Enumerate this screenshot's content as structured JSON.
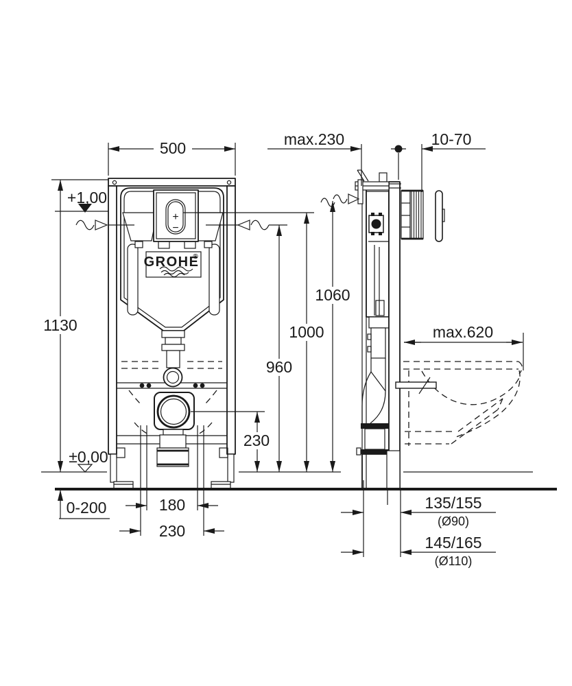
{
  "front_view": {
    "logo": "GROHE",
    "logo_registered": "®",
    "button_plus": "+",
    "button_minus": "−",
    "dim_width": "500",
    "dim_height": "1130",
    "level_upper": "+1,00",
    "level_floor": "±0,00",
    "dim_floor_adjust": "0-200",
    "dim_outlet_height": "230",
    "dim_supply_height": "960",
    "dim_plate_height": "1000",
    "dim_frame_top_height": "1060",
    "dim_bolt_inner": "180",
    "dim_bolt_outer": "230"
  },
  "side_view": {
    "dim_depth_max": "max.230",
    "dim_wall_range": "10-70",
    "dim_bowl_max": "max.620",
    "dim_outlet_90": "135/155",
    "dim_outlet_90_dia": "(Ø90)",
    "dim_outlet_110": "145/165",
    "dim_outlet_110_dia": "(Ø110)"
  },
  "colors": {
    "line": "#1a1a1a",
    "background": "#ffffff"
  }
}
